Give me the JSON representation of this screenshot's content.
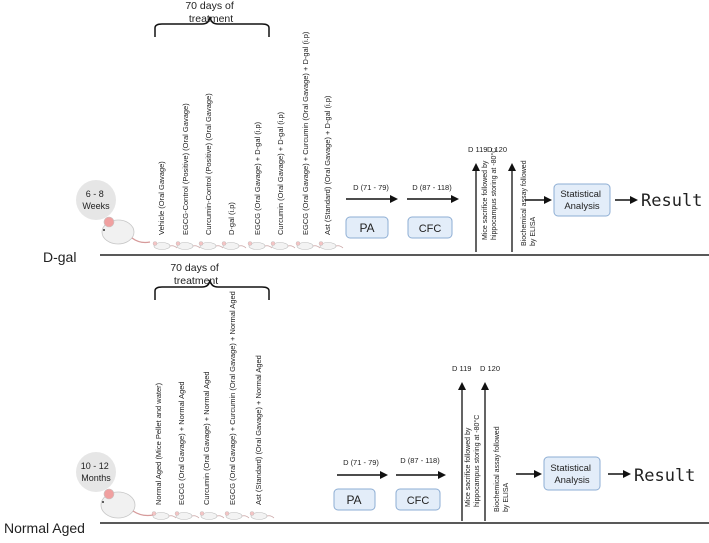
{
  "dgal": {
    "label": "D-gal",
    "age_badge": [
      "6 - 8",
      "Weeks"
    ],
    "treatment_duration": [
      "70 days of",
      "treatment"
    ],
    "groups": [
      "Vehicle (Oral Gavage)",
      "EGCG-Control (Positive) (Oral Gavage)",
      "Curcumin-Control (Positive) (Oral Gavage)",
      "D-gal (i.p)",
      "EGCG (Oral Gavage) + D-gal (i.p)",
      "Curcumin (Oral Gavage) + D-gal (i.p)",
      "EGCG (Oral Gavage) + Curcumin (Oral Gavage) + D-gal (i.p)",
      "Ast (Standard) (Oral Gavage) + D-gal (i.p)"
    ],
    "pa_days": "D (71 - 79)",
    "pa_label": "PA",
    "cfc_days": "D (87 - 118)",
    "cfc_label": "CFC",
    "sacrifice_day": "D 119",
    "sacrifice_text": [
      "Mice sacrifice followed by",
      "hippocampus storing at -80°C"
    ],
    "assay_day": "D 120",
    "assay_text": [
      "Biochemical assay followed",
      "by ELISA"
    ],
    "stats_label": [
      "Statistical",
      "Analysis"
    ],
    "result_label": "Result"
  },
  "aged": {
    "label": "Normal Aged",
    "age_badge": [
      "10 - 12",
      "Months"
    ],
    "treatment_duration": [
      "70 days of",
      "treatment"
    ],
    "groups": [
      "Normal Aged (Mice Pellet and water)",
      "EGCG (Oral Gavage) + Normal Aged",
      "Curcumin (Oral Gavage) + Normal Aged",
      "EGCG (Oral Gavage) + Curcumin (Oral Gavage) + Normal Aged",
      "Ast (Standard) (Oral Gavage) + Normal Aged"
    ],
    "pa_days": "D (71 - 79)",
    "pa_label": "PA",
    "cfc_days": "D (87 - 118)",
    "cfc_label": "CFC",
    "sacrifice_day": "D 119",
    "sacrifice_text": [
      "Mice sacrifice followed by",
      "hippocampus storing at -80°C"
    ],
    "assay_day": "D 120",
    "assay_text": [
      "Biochemical assay followed",
      "by ELISA"
    ],
    "stats_label": [
      "Statistical",
      "Analysis"
    ],
    "result_label": "Result"
  },
  "colors": {
    "box_fill": "#e3edf9",
    "box_stroke": "#8eaed4",
    "box_text": "#2a5a8a",
    "badge_fill": "#e6e6e6",
    "mouse_body": "#f1f1f1",
    "mouse_ear": "#f0a0a0"
  },
  "icons": [
    "mouse-icon"
  ]
}
